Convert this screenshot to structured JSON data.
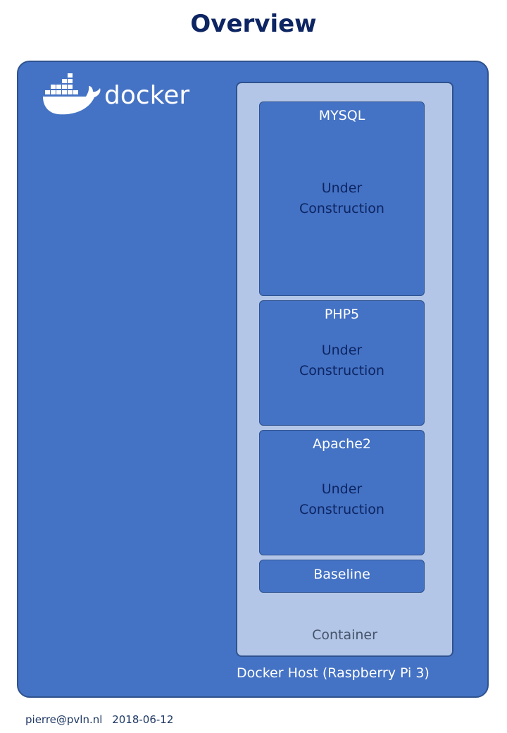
{
  "title": "Overview",
  "host": {
    "logo_text": "docker",
    "label": "Docker Host (Raspberry Pi 3)"
  },
  "container": {
    "label": "Container",
    "layers": [
      {
        "name": "MYSQL",
        "status_line1": "Under",
        "status_line2": "Construction"
      },
      {
        "name": "PHP5",
        "status_line1": "Under",
        "status_line2": "Construction"
      },
      {
        "name": "Apache2",
        "status_line1": "Under",
        "status_line2": "Construction"
      },
      {
        "name": "Baseline"
      }
    ]
  },
  "footer": {
    "email": "pierre@pvln.nl",
    "date": "2018-06-12"
  },
  "colors": {
    "title": "#0d2562",
    "host_fill": "#4472c4",
    "container_fill": "#b4c6e7",
    "border": "#2f528f",
    "status_text": "#0d2562"
  }
}
